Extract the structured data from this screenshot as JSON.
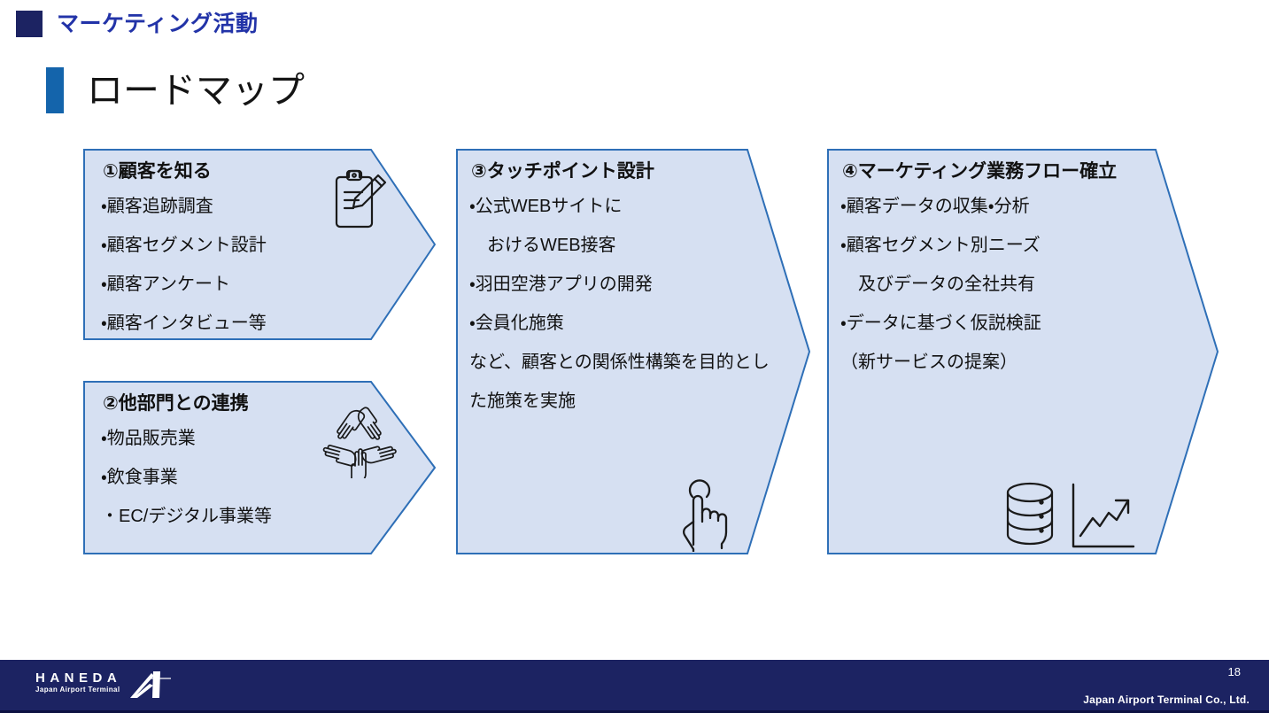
{
  "header": {
    "section_label": "マーケティング活動",
    "page_title": "ロードマップ"
  },
  "colors": {
    "navy": "#1c2362",
    "section_text": "#2233a8",
    "accent_blue": "#1464ab",
    "chevron_fill": "#d6e0f2",
    "chevron_border": "#2e6fb7",
    "body_text": "#111111"
  },
  "blocks": [
    {
      "id": "block-1",
      "title": "①顧客を知る",
      "lines": [
        "・顧客追跡調査",
        "・顧客セグメント設計",
        "・顧客アンケート",
        "・顧客インタビュー等"
      ],
      "icon": "clipboard-pencil-icon"
    },
    {
      "id": "block-2",
      "title": "②他部門との連携",
      "lines": [
        "・物品販売業",
        "・飲食事業",
        "・EC/デジタル事業等"
      ],
      "icon": "teamwork-hands-icon"
    },
    {
      "id": "block-3",
      "title": "③タッチポイント設計",
      "lines": [
        "・公式WEBサイトに",
        "　おけるWEB接客",
        "・羽田空港アプリの開発",
        "・会員化施策",
        "など、顧客との関係性構築を目的とし",
        "た施策を実施"
      ],
      "icon": "tap-hand-icon"
    },
    {
      "id": "block-4",
      "title": "④マーケティング業務フロー確立",
      "lines": [
        "・顧客データの収集・分析",
        "・顧客セグメント別ニーズ",
        "　及びデータの全社共有",
        "・データに基づく仮説検証",
        "（新サービスの提案）"
      ],
      "icons": [
        "database-icon",
        "line-chart-up-icon"
      ]
    }
  ],
  "footer": {
    "logo_name": "HANEDA",
    "logo_sub": "Japan Airport Terminal",
    "page_number": "18",
    "copyright": "Japan Airport Terminal Co., Ltd."
  }
}
